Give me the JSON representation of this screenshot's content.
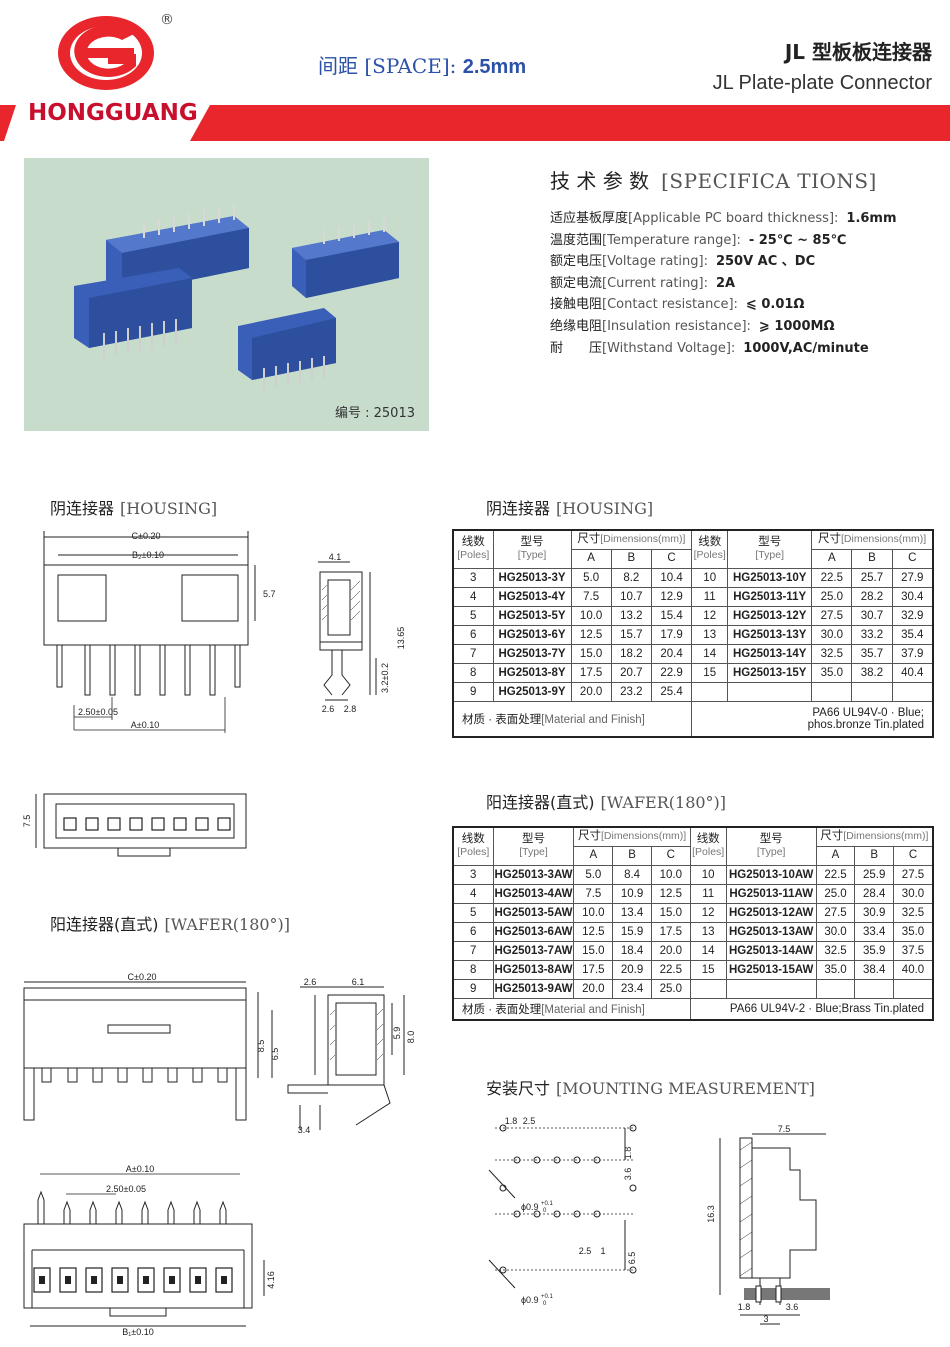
{
  "header": {
    "brand": "HONGGUANG",
    "registered_mark": "®",
    "space_cn": "间距",
    "space_en": "[SPACE]:",
    "space_value": "2.5mm",
    "title_cn": "JL 型板板连接器",
    "title_en": "JL  Plate-plate Connector"
  },
  "colors": {
    "brand_red": "#e8262b",
    "accent_blue": "#2c52a8",
    "photo_bg": "#c8dccc",
    "connector_blue": "#3a5fb8"
  },
  "photo": {
    "caption": "编号 : 25013"
  },
  "spec": {
    "title_cn": "技 术 参 数",
    "title_en": "[SPECIFICA TIONS]",
    "items": [
      {
        "cn": "适应基板厚度",
        "en": "[Applicable PC board thickness]:",
        "value": "1.6mm"
      },
      {
        "cn": "温度范围",
        "en": "[Temperature range]:",
        "value": "- 25℃ ~ 85℃"
      },
      {
        "cn": "额定电压",
        "en": "[Voltage rating]:",
        "value": "250V  AC 、DC"
      },
      {
        "cn": "额定电流",
        "en": "[Current rating]:",
        "value": "2A"
      },
      {
        "cn": "接触电阻",
        "en": "[Contact resistance]:",
        "value": "⩽ 0.01Ω"
      },
      {
        "cn": "绝缘电阻",
        "en": "[Insulation resistance]:",
        "value": "⩾ 1000MΩ"
      },
      {
        "cn": "耐　　压",
        "en": "[Withstand Voltage]:",
        "value": "1000V,AC/minute"
      }
    ]
  },
  "sections": {
    "housing_left": {
      "cn": "阴连接器",
      "en": "[HOUSING]"
    },
    "housing_right": {
      "cn": "阴连接器",
      "en": "[HOUSING]"
    },
    "wafer_left": {
      "cn": "阳连接器(直式)",
      "en": "[WAFER(180°)]"
    },
    "wafer_right": {
      "cn": "阳连接器(直式)",
      "en": "[WAFER(180°)]"
    },
    "mounting": {
      "cn": "安装尺寸",
      "en": "[MOUNTING MEASUREMENT]"
    }
  },
  "table_header": {
    "poles_cn": "线数",
    "poles_en": "[Poles]",
    "type_cn": "型号",
    "type_en": "[Type]",
    "dim_cn": "尺寸",
    "dim_en": "[Dimensions(mm)]",
    "a": "A",
    "b": "B",
    "c": "C"
  },
  "housing_table": {
    "left": [
      [
        "3",
        "HG25013-3Y",
        "5.0",
        "8.2",
        "10.4"
      ],
      [
        "4",
        "HG25013-4Y",
        "7.5",
        "10.7",
        "12.9"
      ],
      [
        "5",
        "HG25013-5Y",
        "10.0",
        "13.2",
        "15.4"
      ],
      [
        "6",
        "HG25013-6Y",
        "12.5",
        "15.7",
        "17.9"
      ],
      [
        "7",
        "HG25013-7Y",
        "15.0",
        "18.2",
        "20.4"
      ],
      [
        "8",
        "HG25013-8Y",
        "17.5",
        "20.7",
        "22.9"
      ],
      [
        "9",
        "HG25013-9Y",
        "20.0",
        "23.2",
        "25.4"
      ]
    ],
    "right": [
      [
        "10",
        "HG25013-10Y",
        "22.5",
        "25.7",
        "27.9"
      ],
      [
        "11",
        "HG25013-11Y",
        "25.0",
        "28.2",
        "30.4"
      ],
      [
        "12",
        "HG25013-12Y",
        "27.5",
        "30.7",
        "32.9"
      ],
      [
        "13",
        "HG25013-13Y",
        "30.0",
        "33.2",
        "35.4"
      ],
      [
        "14",
        "HG25013-14Y",
        "32.5",
        "35.7",
        "37.9"
      ],
      [
        "15",
        "HG25013-15Y",
        "35.0",
        "38.2",
        "40.4"
      ],
      [
        "",
        "",
        "",
        "",
        ""
      ]
    ],
    "material_cn": "材质 · 表面处理",
    "material_en": "[Material and Finish]",
    "material_value_1": "PA66 UL94V-0 · Blue;",
    "material_value_2": "phos.bronze Tin.plated"
  },
  "wafer_table": {
    "left": [
      [
        "3",
        "HG25013-3AW",
        "5.0",
        "8.4",
        "10.0"
      ],
      [
        "4",
        "HG25013-4AW",
        "7.5",
        "10.9",
        "12.5"
      ],
      [
        "5",
        "HG25013-5AW",
        "10.0",
        "13.4",
        "15.0"
      ],
      [
        "6",
        "HG25013-6AW",
        "12.5",
        "15.9",
        "17.5"
      ],
      [
        "7",
        "HG25013-7AW",
        "15.0",
        "18.4",
        "20.0"
      ],
      [
        "8",
        "HG25013-8AW",
        "17.5",
        "20.9",
        "22.5"
      ],
      [
        "9",
        "HG25013-9AW",
        "20.0",
        "23.4",
        "25.0"
      ]
    ],
    "right": [
      [
        "10",
        "HG25013-10AW",
        "22.5",
        "25.9",
        "27.5"
      ],
      [
        "11",
        "HG25013-11AW",
        "25.0",
        "28.4",
        "30.0"
      ],
      [
        "12",
        "HG25013-12AW",
        "27.5",
        "30.9",
        "32.5"
      ],
      [
        "13",
        "HG25013-13AW",
        "30.0",
        "33.4",
        "35.0"
      ],
      [
        "14",
        "HG25013-14AW",
        "32.5",
        "35.9",
        "37.5"
      ],
      [
        "15",
        "HG25013-15AW",
        "35.0",
        "38.4",
        "40.0"
      ],
      [
        "",
        "",
        "",
        "",
        ""
      ]
    ],
    "material_cn": "材质 · 表面处理",
    "material_en": "[Material and Finish]",
    "material_value": "PA66 UL94V-2 · Blue;Brass Tin.plated"
  },
  "drawings": {
    "housing_front": {
      "c": "C±0.20",
      "b2": "B₂±0.10",
      "h": "5.7",
      "pitch": "2.50±0.05",
      "a": "A±0.10"
    },
    "housing_side": {
      "w": "4.1",
      "h": "13.65",
      "pin": "3.2±0.2",
      "d1": "2.6",
      "d2": "2.8"
    },
    "housing_top": {
      "h": "7.5"
    },
    "wafer_front": {
      "c": "C±0.20",
      "h1": "8.5",
      "h2": "6.5"
    },
    "wafer_side": {
      "d1": "2.6",
      "d2": "6.1",
      "h1": "5.9",
      "h2": "8.0",
      "d3": "3.4"
    },
    "wafer_bottom": {
      "a": "A±0.10",
      "pitch": "2.50±0.05",
      "h": "4.16",
      "b1": "B₁±0.10"
    },
    "mount_left": {
      "d1": "1.8",
      "d2": "2.5",
      "v1": "1.8",
      "v2": "3.6",
      "hole1": "ϕ0.9",
      "tol1": "+0.1",
      "tol1b": "0",
      "d3": "2.5",
      "d4": "1",
      "v3": "6.5",
      "hole2": "ϕ0.9",
      "tol2": "+0.1",
      "tol2b": "0"
    },
    "mount_right": {
      "w": "7.5",
      "h": "16.3",
      "d1": "1.8",
      "d2": "3.6",
      "d3": "3"
    }
  }
}
